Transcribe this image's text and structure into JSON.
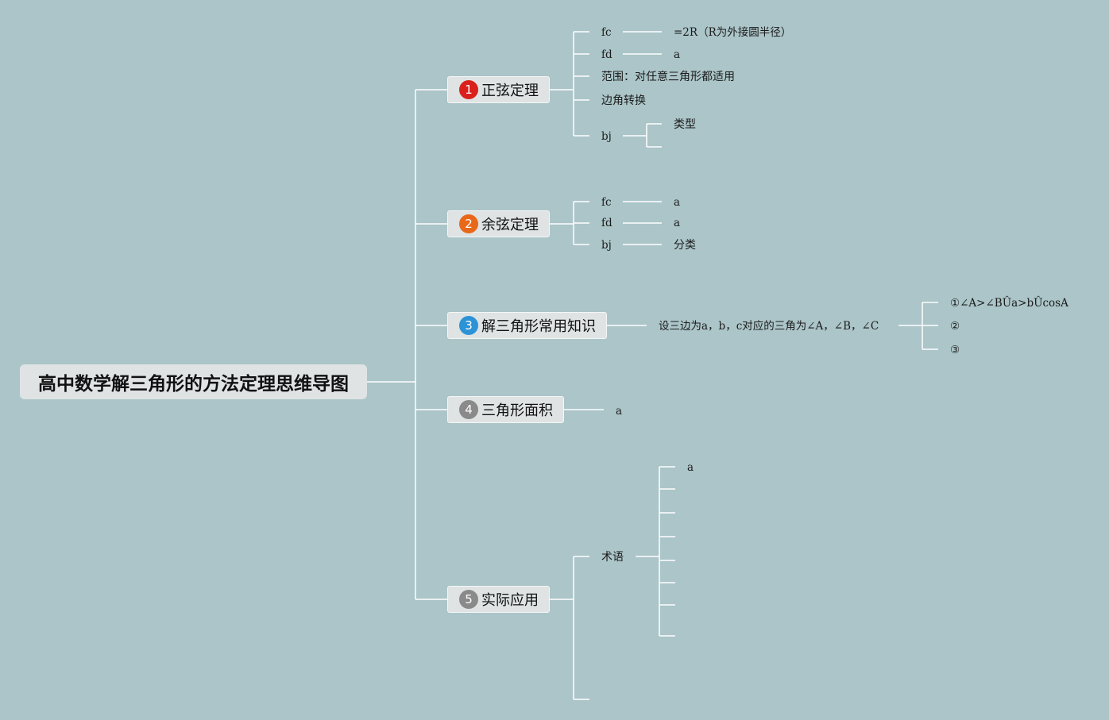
{
  "root": {
    "title": "高中数学解三角形的方法定理思维导图"
  },
  "branches": [
    {
      "num": "1",
      "color": "#d9201c",
      "label": "正弦定理"
    },
    {
      "num": "2",
      "color": "#e8681a",
      "label": "余弦定理"
    },
    {
      "num": "3",
      "color": "#2b93d6",
      "label": "解三角形常用知识"
    },
    {
      "num": "4",
      "color": "#8a8a8a",
      "label": "三角形面积"
    },
    {
      "num": "5",
      "color": "#8a8a8a",
      "label": "实际应用"
    }
  ],
  "b1": {
    "fc": "fc",
    "fc_val": "=2R（R为外接圆半径）",
    "fd": "fd",
    "fd_val": "a",
    "range": "范围：对任意三角形都适用",
    "convert": "边角转换",
    "bj": "bj",
    "bj_val": "类型"
  },
  "b2": {
    "fc": "fc",
    "fc_val": "a",
    "fd": "fd",
    "fd_val": "a",
    "bj": "bj",
    "bj_val": "分类"
  },
  "b3": {
    "text": "设三边为a，b，c对应的三角为∠A，∠B，∠C",
    "items": [
      "①∠A>∠BÛa>bÛcosA",
      "②",
      "③"
    ]
  },
  "b4": {
    "val": "a"
  },
  "b5": {
    "term": "术语",
    "term_first": "a"
  }
}
